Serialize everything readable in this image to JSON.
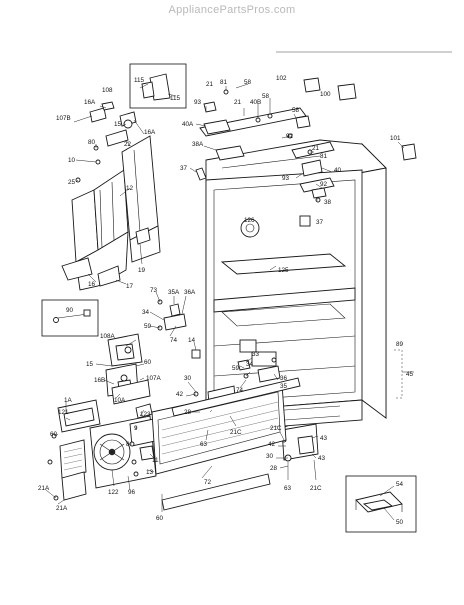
{
  "header": {
    "watermark": "AppliancePartsPros.com"
  },
  "diagram": {
    "labels": {
      "l108": "108",
      "l115a": "115",
      "l115b": "115",
      "l16A": "16A",
      "l107B": "107B",
      "l15a": "15",
      "l16Ab": "16A",
      "l80a": "80",
      "l22": "22",
      "l10a": "10",
      "l25a": "25",
      "l81a": "81",
      "l58a": "58",
      "l21a": "21",
      "l102": "102",
      "l93a": "93",
      "l40B": "40B",
      "l58b": "58",
      "l21b": "21",
      "l100": "100",
      "l40A": "40A",
      "l58c": "58",
      "l92a": "92",
      "l38A": "38A",
      "l101": "101",
      "l37a": "37",
      "l21c": "21",
      "l81b": "81",
      "l40": "40",
      "l93b": "93",
      "l92b": "92",
      "l38": "38",
      "l37b": "37",
      "l126": "126",
      "l12": "12",
      "l19": "19",
      "l16": "16",
      "l17": "17",
      "l125": "125",
      "l73": "73",
      "l35A": "35A",
      "l36A": "36A",
      "l34a": "34",
      "l59a": "59",
      "l74a": "74",
      "l14": "14",
      "l90": "90",
      "l108A": "108A",
      "l60a": "60",
      "l15b": "15",
      "l16B": "16B",
      "l107A": "107A",
      "l10A": "10A",
      "l89": "89",
      "l45": "45",
      "l33": "33",
      "l34b": "34",
      "l74b": "74",
      "l59b": "59",
      "l36": "36",
      "l35": "35",
      "l30a": "30",
      "l42a": "42",
      "l28a": "28",
      "l1A": "1A",
      "l121": "121",
      "l60b": "60",
      "l123": "123",
      "l9": "9",
      "l8": "8",
      "l11": "11",
      "l63a": "63",
      "l21Ca": "21C",
      "l122": "122",
      "l96": "96",
      "l13": "13",
      "l72": "72",
      "l21Aa": "21A",
      "l21Ab": "21A",
      "l60c": "60",
      "l21Cb": "21C",
      "l42b": "42",
      "l30b": "30",
      "l28b": "28",
      "l43a": "43",
      "l43b": "43",
      "l63b": "63",
      "l21Cc": "21C",
      "l54": "54",
      "l50": "50"
    }
  }
}
